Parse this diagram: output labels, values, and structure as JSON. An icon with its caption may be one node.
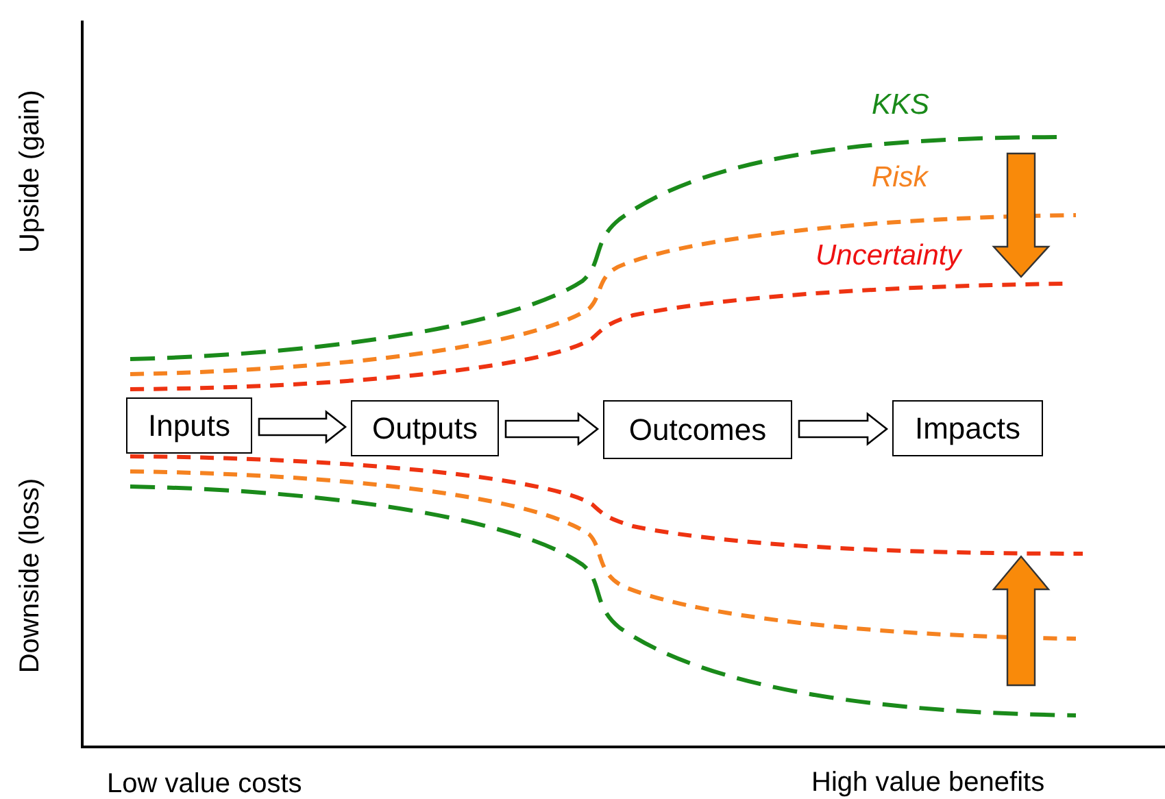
{
  "diagram": {
    "nodes": [
      {
        "text": [
          "Inputs"
        ]
      },
      {
        "text": [
          "Outputs"
        ]
      },
      {
        "text": [
          "Outcomes"
        ]
      },
      {
        "text": [
          "Impacts"
        ]
      }
    ],
    "edges": [
      {
        "from": 0,
        "to": 1,
        "arrow": "to"
      },
      {
        "from": 1,
        "to": 2,
        "arrow": "to"
      },
      {
        "from": 2,
        "to": 3,
        "arrow": "to"
      }
    ],
    "labels": [
      "Upside (gain)",
      "Downside (loss)",
      "KKS",
      "Risk",
      "Uncertainty",
      "Low value costs",
      "High value benefits"
    ]
  }
}
